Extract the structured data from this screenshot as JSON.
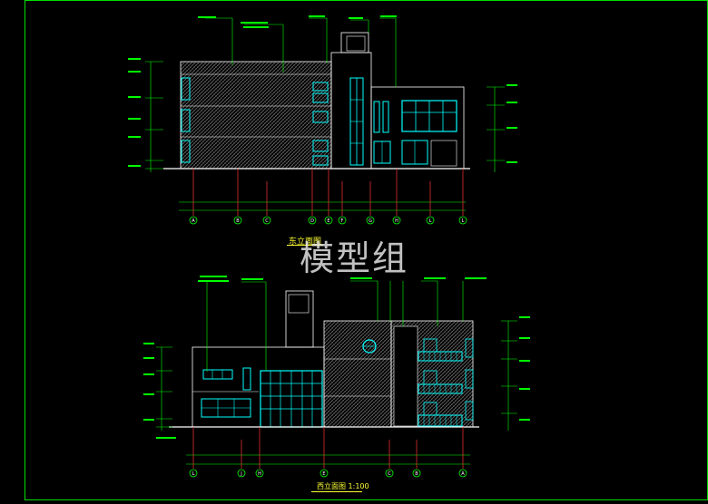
{
  "watermark": "模型组",
  "drawing": {
    "upper_title": "东立面图",
    "lower_title": "西立面图 1:100"
  },
  "colors": {
    "background": "#000000",
    "frame": "#00ff00",
    "wall_outline": "#ffffff",
    "window": "#00ffff",
    "hatch": "#c8c8c8",
    "leader": "#00ff00",
    "axis_line": "#ff3333",
    "title": "#ffff33",
    "level_mark": "#00ff00"
  },
  "upper_elevation": {
    "grid_axes": [
      "A",
      "B",
      "C",
      "D",
      "E",
      "F",
      "G",
      "H",
      "L",
      "L"
    ]
  },
  "lower_elevation": {
    "grid_axes": [
      "L",
      "J",
      "H",
      "E",
      "C",
      "B",
      "A"
    ]
  }
}
